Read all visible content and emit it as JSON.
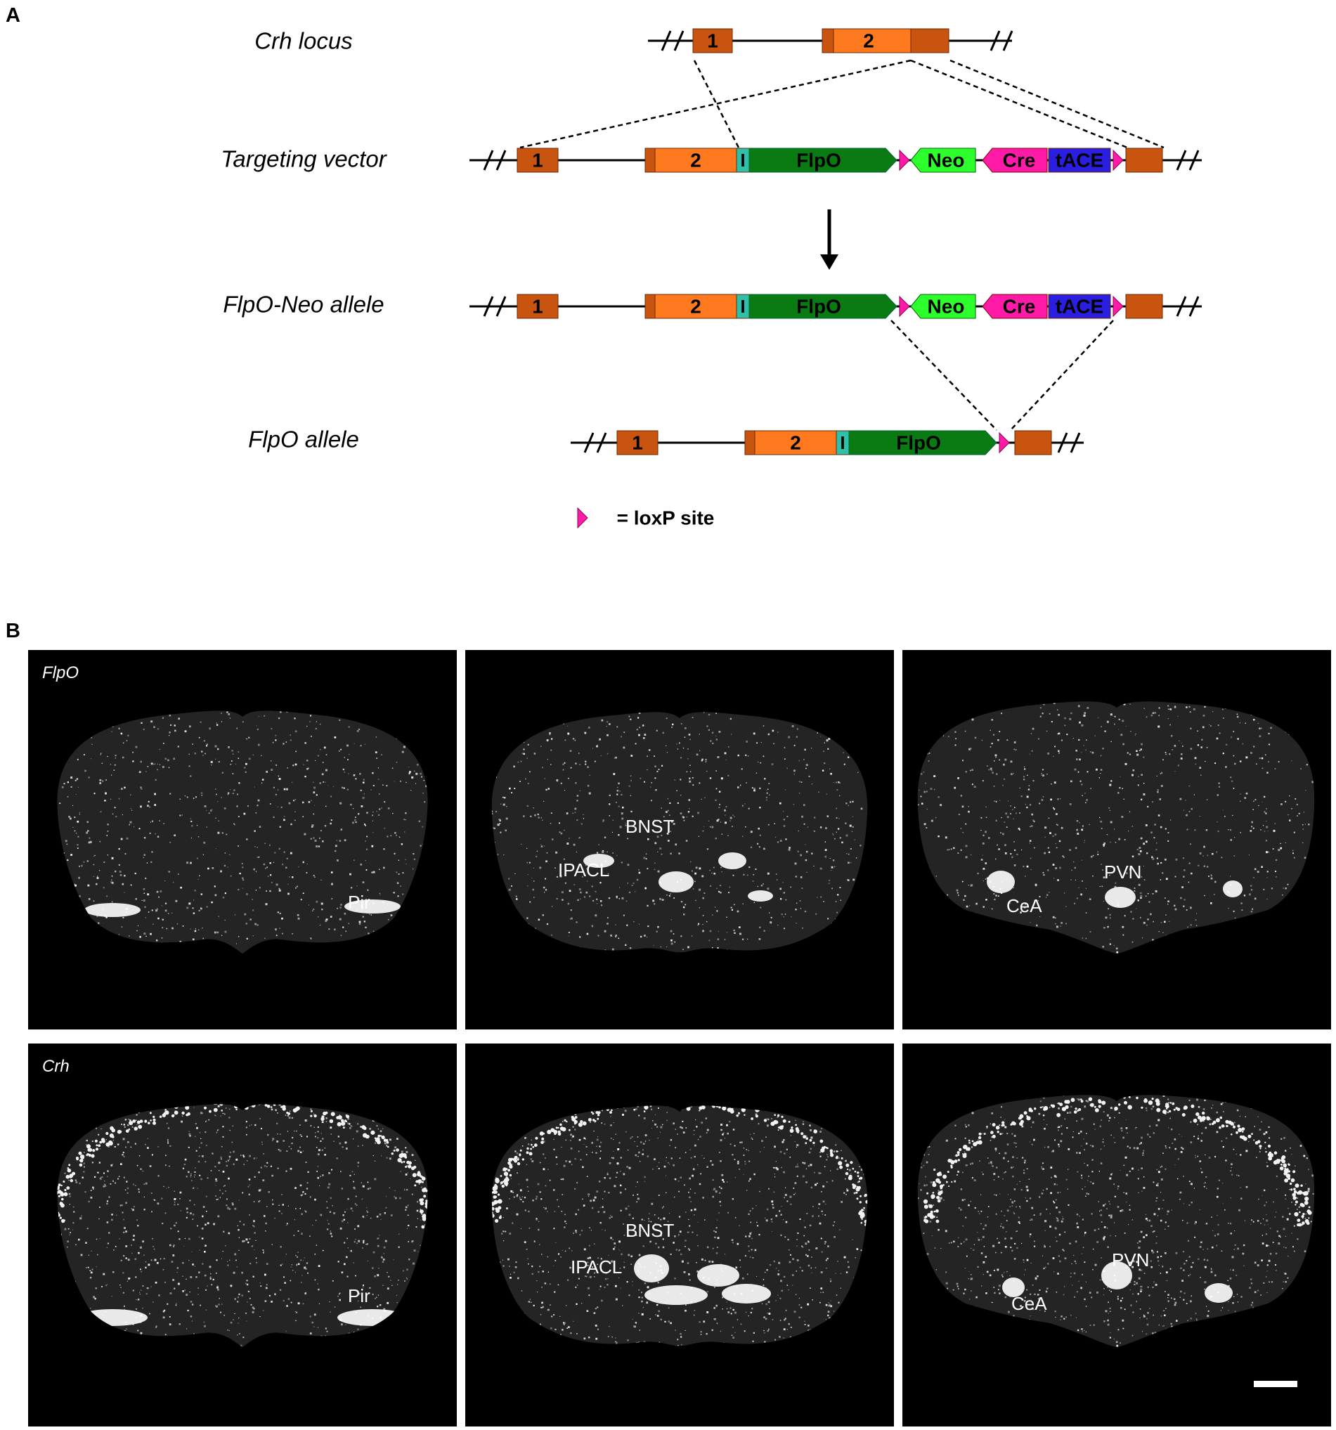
{
  "panel_a": {
    "letter": "A",
    "rows": [
      {
        "label": "Crh locus"
      },
      {
        "label": "Targeting vector"
      },
      {
        "label": "FlpO-Neo allele"
      },
      {
        "label": "FlpO allele"
      }
    ],
    "segments": {
      "exon1": "1",
      "exon2": "2",
      "ires": "I",
      "flpo": "FlpO",
      "neo": "Neo",
      "cre": "Cre",
      "tace": "tACE"
    },
    "legend": "= loxP site",
    "colors": {
      "exon_dark": "#c9540f",
      "exon_light": "#ff7a1f",
      "ires": "#2ec0a8",
      "flpo": "#0a7a12",
      "neo": "#2cff2c",
      "cre": "#ff1aa8",
      "tace": "#2a1ee0",
      "loxp": "#ff1aa8"
    }
  },
  "panel_b": {
    "letter": "B",
    "rows": [
      {
        "label": "FlpO",
        "sections": [
          {
            "annotations": [
              "Pir"
            ]
          },
          {
            "annotations": [
              "BNST",
              "IPACL"
            ]
          },
          {
            "annotations": [
              "PVN",
              "CeA"
            ]
          }
        ]
      },
      {
        "label": "Crh",
        "sections": [
          {
            "annotations": [
              "Pir"
            ]
          },
          {
            "annotations": [
              "BNST",
              "IPACL"
            ]
          },
          {
            "annotations": [
              "PVN",
              "CeA"
            ]
          }
        ]
      }
    ],
    "scale_bar_color": "#ffffff"
  }
}
